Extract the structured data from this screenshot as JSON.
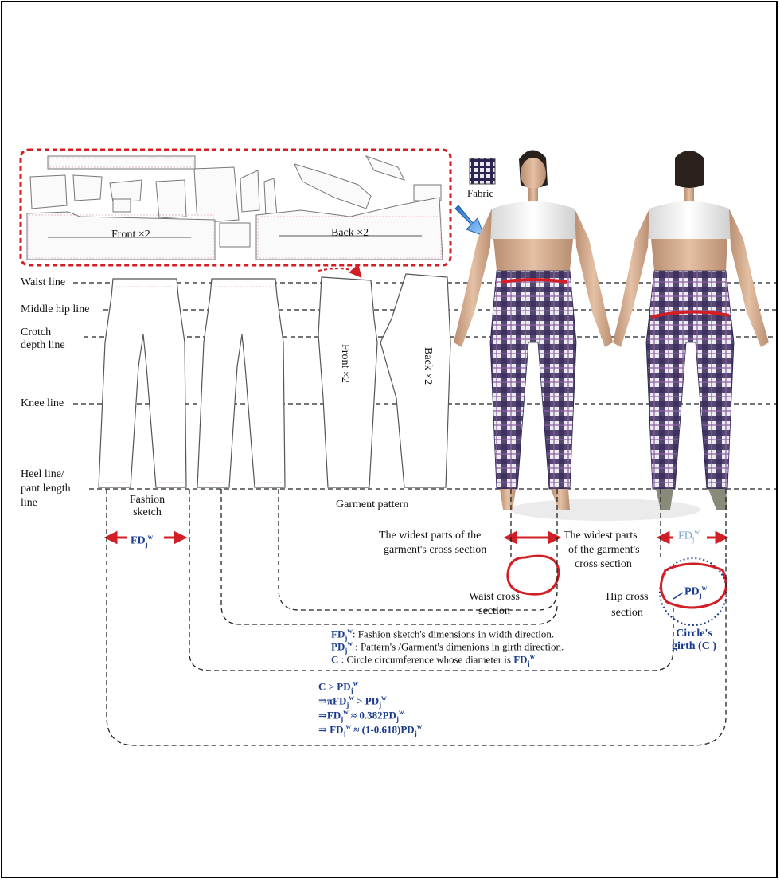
{
  "pattern_labels": {
    "front": "Front ×2",
    "back": "Back ×2"
  },
  "fabric_label": "Fabric",
  "lines": {
    "waist": "Waist line",
    "middle_hip": "Middle hip line",
    "crotch_1": "Crotch",
    "crotch_2": "depth line",
    "knee": "Knee line",
    "heel_1": "Heel line/",
    "heel_2": "pant length",
    "heel_3": "line"
  },
  "pants_labels": {
    "front": "Front ×2",
    "back": "Back ×2"
  },
  "captions": {
    "fashion_sketch_1": "Fashion",
    "fashion_sketch_2": "sketch",
    "garment_pattern": "Garment pattern",
    "widest_front_1": "The widest parts of the",
    "widest_front_2": "garment's cross section",
    "widest_back_1": "The widest parts",
    "widest_back_2": "of the garment's",
    "widest_back_3": "cross section",
    "waist_cross_1": "Waist cross",
    "waist_cross_2": "section",
    "hip_cross_1": "Hip cross",
    "hip_cross_2": "section",
    "circle_girth_1": "Circle's",
    "circle_girth_2": "girth (C )"
  },
  "symbols": {
    "fd": "FD",
    "pd": "PD",
    "sub": "j",
    "sup": "w"
  },
  "legend": {
    "fd_desc": ": Fashion sketch's dimensions in width direction.",
    "pd_desc": " : Pattern's /Garment's dimenions in girth direction.",
    "c_sym": "C",
    "c_desc": " : Circle circumference whose diameter is "
  },
  "equations": {
    "eq1_a": "C > PD",
    "eq2_a": "⇒πFD",
    "eq2_b": " > PD",
    "eq3_a": "⇒FD",
    "eq3_b": " ≈ 0.382PD",
    "eq4_a": "⇒ FD",
    "eq4_b": " ≈ (1-0.618)PD"
  },
  "colors": {
    "accent_red": "#d21f26",
    "label_blue": "#1a3c8c",
    "plaid_purple": "#3a2c5c",
    "pattern_pink": "#e6a0c8"
  }
}
